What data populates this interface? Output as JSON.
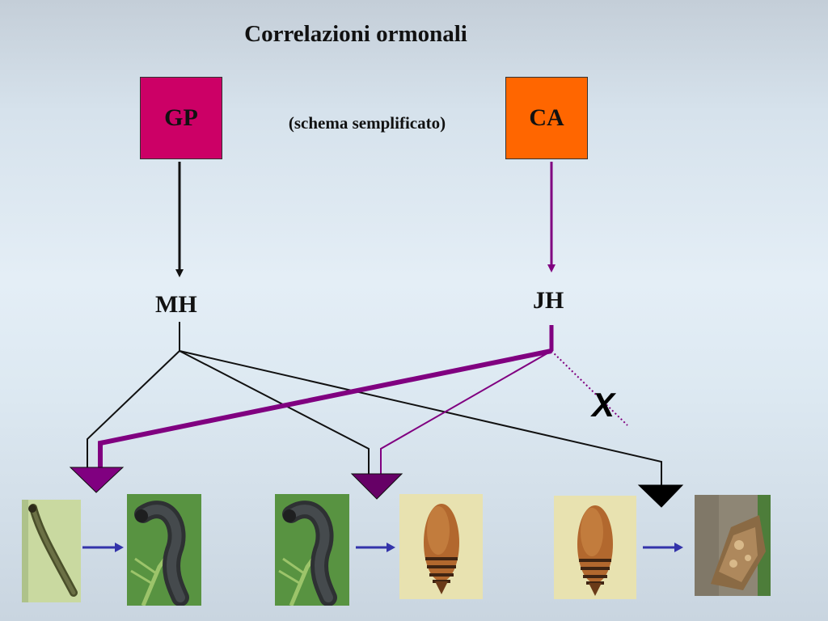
{
  "title": "Correlazioni ormonali",
  "subtitle": "(schema semplificato)",
  "boxes": {
    "gp": {
      "label": "GP",
      "color": "#cc0066"
    },
    "ca": {
      "label": "CA",
      "color": "#ff6600"
    }
  },
  "hormones": {
    "mh": "MH",
    "jh": "JH"
  },
  "blocked_mark": "X",
  "colors": {
    "mh_line": "#111111",
    "jh_line": "#800080",
    "mh_only_marker": "#000000",
    "stage_arrow": "#3333aa"
  },
  "stages": [
    {
      "from": "larva-young",
      "to": "larva-mature"
    },
    {
      "from": "larva-mature",
      "to": "pupa"
    },
    {
      "from": "pupa",
      "to": "adult-moth"
    }
  ]
}
